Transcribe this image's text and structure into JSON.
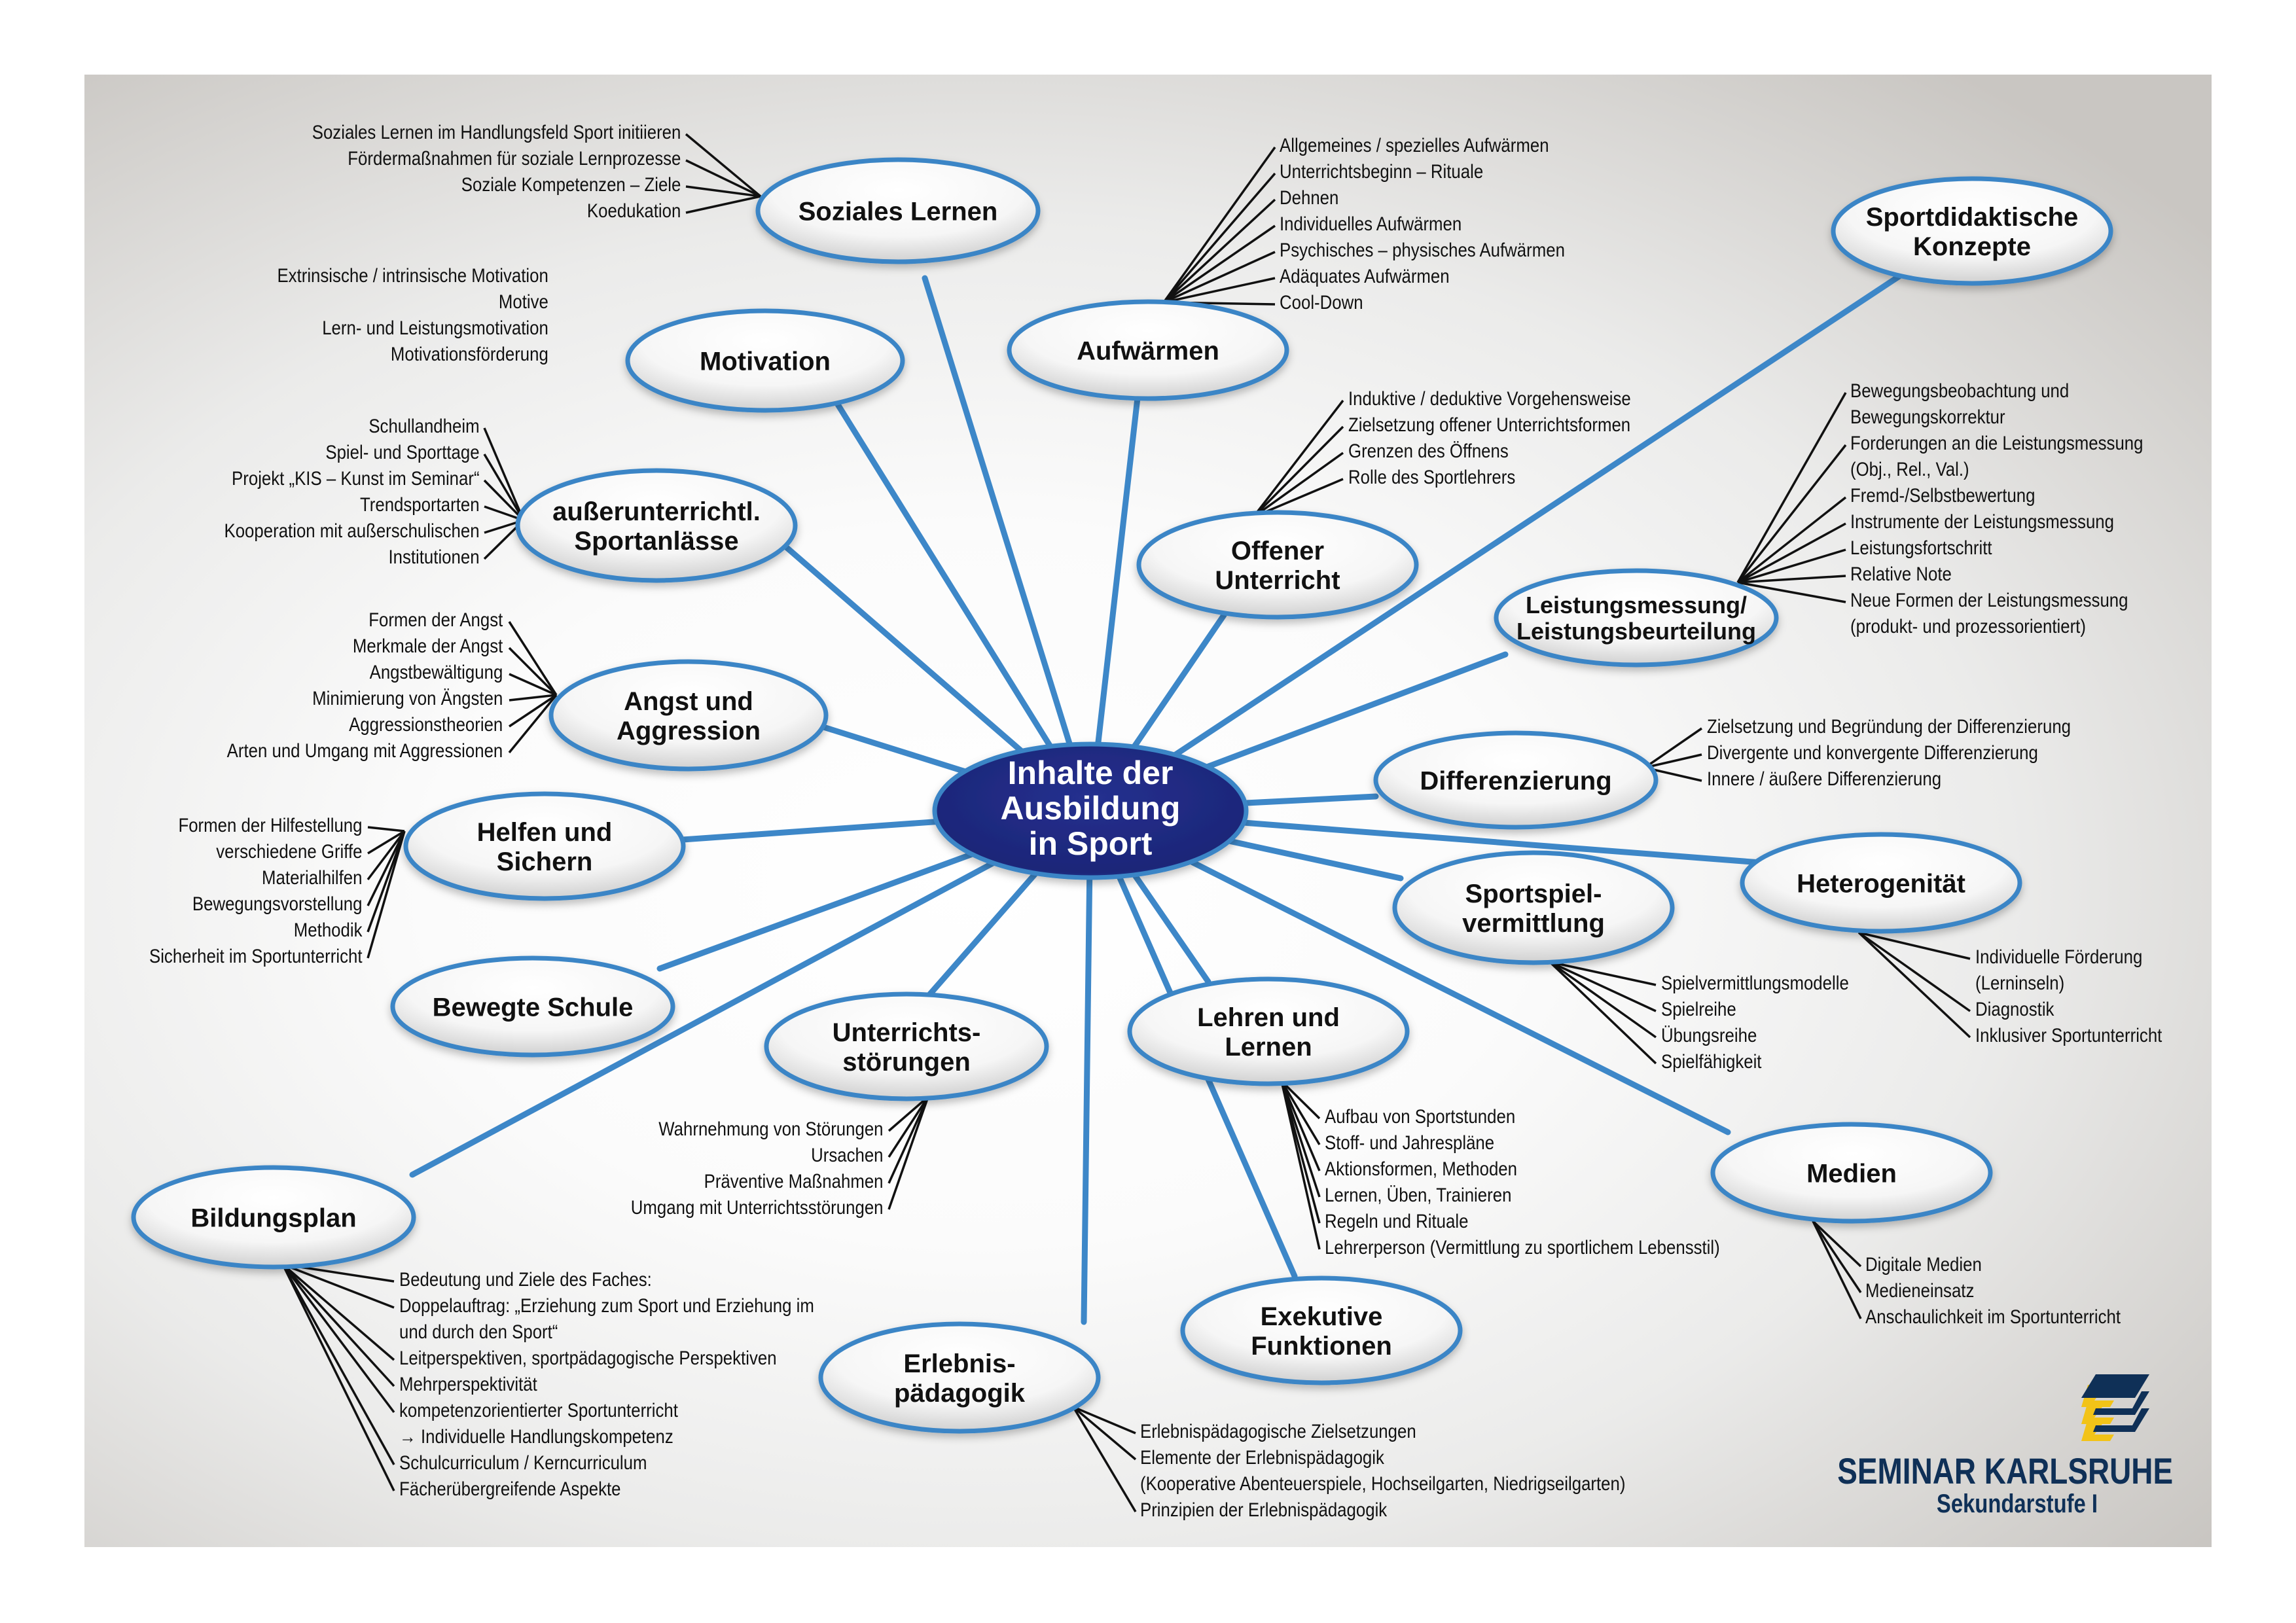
{
  "colors": {
    "connector": "#3d87c8",
    "node_border": "#3a85c6",
    "center_fill": "#1f2a80",
    "leaf_line": "#111111",
    "logo_navy": "#0f3057",
    "logo_yellow": "#f2c318"
  },
  "center": {
    "lines": [
      "Inhalte der",
      "Ausbildung",
      "in Sport"
    ]
  },
  "nodes": [
    {
      "id": "soziales-lernen",
      "lines": [
        "Soziales Lernen"
      ],
      "items": [
        "Soziales Lernen im Handlungsfeld Sport initiieren",
        "Fördermaßnahmen für soziale Lernprozesse",
        "Soziale Kompetenzen – Ziele",
        "Koedukation"
      ]
    },
    {
      "id": "motivation",
      "lines": [
        "Motivation"
      ],
      "items": [
        "Extrinsische / intrinsische Motivation",
        "Motive",
        "Lern- und Leistungsmotivation",
        "Motivationsförderung"
      ]
    },
    {
      "id": "aufwaermen",
      "lines": [
        "Aufwärmen"
      ],
      "items": [
        "Allgemeines / spezielles Aufwärmen",
        "Unterrichtsbeginn – Rituale",
        "Dehnen",
        "Individuelles Aufwärmen",
        "Psychisches – physisches Aufwärmen",
        "Adäquates Aufwärmen",
        "Cool-Down"
      ]
    },
    {
      "id": "sportdidaktische-konzepte",
      "lines": [
        "Sportdidaktische",
        "Konzepte"
      ],
      "items": []
    },
    {
      "id": "ausserunterrichtl-sportanlaesse",
      "lines": [
        "außerunterrichtl.",
        "Sportanlässe"
      ],
      "items": [
        "Schullandheim",
        "Spiel- und Sporttage",
        "Projekt „KIS – Kunst im Seminar“",
        "Trendsportarten",
        "Kooperation mit außerschulischen",
        "Institutionen"
      ]
    },
    {
      "id": "offener-unterricht",
      "lines": [
        "Offener",
        "Unterricht"
      ],
      "items": [
        "Induktive / deduktive Vorgehensweise",
        "Zielsetzung offener Unterrichtsformen",
        "Grenzen des Öffnens",
        "Rolle des Sportlehrers"
      ]
    },
    {
      "id": "leistungsmessung",
      "lines": [
        "Leistungsmessung/",
        "Leistungsbeurteilung"
      ],
      "items": [
        "Bewegungsbeobachtung und",
        "Bewegungskorrektur",
        "Forderungen an die Leistungsmessung",
        "(Obj., Rel., Val.)",
        "Fremd-/Selbstbewertung",
        "Instrumente der Leistungsmessung",
        "Leistungsfortschritt",
        "Relative Note",
        "Neue Formen der Leistungsmessung",
        "(produkt- und prozessorientiert)"
      ]
    },
    {
      "id": "angst-und-aggression",
      "lines": [
        "Angst und",
        "Aggression"
      ],
      "items": [
        "Formen der Angst",
        "Merkmale der Angst",
        "Angstbewältigung",
        "Minimierung von Ängsten",
        "Aggressionstheorien",
        "Arten und Umgang mit Aggressionen"
      ]
    },
    {
      "id": "differenzierung",
      "lines": [
        "Differenzierung"
      ],
      "items": [
        "Zielsetzung und Begründung der Differenzierung",
        "Divergente und konvergente Differenzierung",
        "Innere / äußere Differenzierung"
      ]
    },
    {
      "id": "helfen-und-sichern",
      "lines": [
        "Helfen und",
        "Sichern"
      ],
      "items": [
        "Formen der Hilfestellung",
        "verschiedene Griffe",
        "Materialhilfen",
        "Bewegungsvorstellung",
        "Methodik",
        "Sicherheit im Sportunterricht"
      ]
    },
    {
      "id": "heterogenitaet",
      "lines": [
        "Heterogenität"
      ],
      "items": [
        "Individuelle Förderung",
        "(Lerninseln)",
        "Diagnostik",
        "Inklusiver Sportunterricht"
      ]
    },
    {
      "id": "sportspielvermittlung",
      "lines": [
        "Sportspiel-",
        "vermittlung"
      ],
      "items": [
        "Spielvermittlungsmodelle",
        "Spielreihe",
        "Übungsreihe",
        "Spielfähigkeit"
      ]
    },
    {
      "id": "bewegte-schule",
      "lines": [
        "Bewegte Schule"
      ],
      "items": []
    },
    {
      "id": "unterrichtsstoerungen",
      "lines": [
        "Unterrichts-",
        "störungen"
      ],
      "items": [
        "Wahrnehmung von Störungen",
        "Ursachen",
        "Präventive Maßnahmen",
        "Umgang mit Unterrichtsstörungen"
      ]
    },
    {
      "id": "lehren-und-lernen",
      "lines": [
        "Lehren und",
        "Lernen"
      ],
      "items": [
        "Aufbau von Sportstunden",
        "Stoff- und Jahrespläne",
        "Aktionsformen, Methoden",
        "Lernen, Üben, Trainieren",
        "Regeln und Rituale",
        "Lehrerperson (Vermittlung zu sportlichem Lebensstil)"
      ]
    },
    {
      "id": "medien",
      "lines": [
        "Medien"
      ],
      "items": [
        "Digitale Medien",
        "Medieneinsatz",
        "Anschaulichkeit im Sportunterricht"
      ]
    },
    {
      "id": "bildungsplan",
      "lines": [
        "Bildungsplan"
      ],
      "items": [
        "Bedeutung und Ziele des Faches:",
        "Doppelauftrag: „Erziehung zum Sport und Erziehung im",
        "und durch den Sport“",
        "Leitperspektiven, sportpädagogische Perspektiven",
        "Mehrperspektivität",
        "kompetenzorientierter Sportunterricht",
        "→ Individuelle Handlungskompetenz",
        "Schulcurriculum / Kerncurriculum",
        "Fächerübergreifende Aspekte"
      ]
    },
    {
      "id": "exekutive-funktionen",
      "lines": [
        "Exekutive",
        "Funktionen"
      ],
      "items": []
    },
    {
      "id": "erlebnispaedagogik",
      "lines": [
        "Erlebnis-",
        "pädagogik"
      ],
      "items": [
        "Erlebnispädagogische Zielsetzungen",
        "Elemente der Erlebnispädagogik",
        "(Kooperative Abenteuerspiele, Hochseilgarten, Niedrigseilgarten)",
        "Prinzipien der Erlebnispädagogik"
      ]
    }
  ],
  "logo": {
    "title": "SEMINAR KARLSRUHE",
    "subtitle": "Sekundarstufe I"
  }
}
